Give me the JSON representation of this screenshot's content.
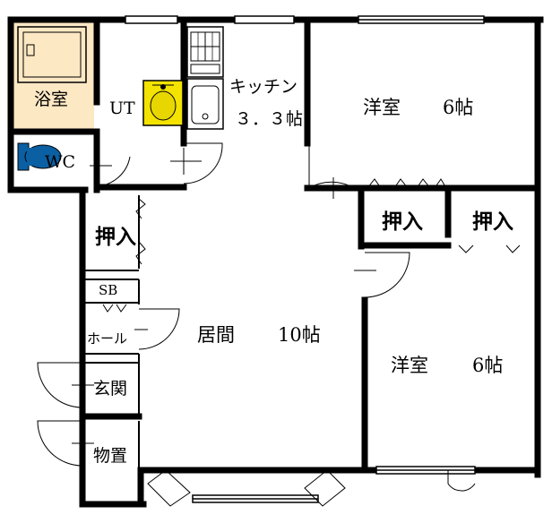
{
  "rooms": {
    "bath": "浴室",
    "ut": "UT",
    "wc": "WC",
    "kitchen_name": "キッチン",
    "kitchen_size": "３．３帖",
    "western_top_name": "洋室",
    "western_top_size": "6帖",
    "closet_left": "押入",
    "closet_mid": "押入",
    "closet_right": "押入",
    "sb": "SB",
    "hall": "ホール",
    "living_name": "居間",
    "living_size": "10帖",
    "entrance": "玄関",
    "storage": "物置",
    "western_bottom_name": "洋室",
    "western_bottom_size": "6帖"
  },
  "colors": {
    "bath_fill": "#fde8c4",
    "fixture_yellow": "#f4e300",
    "toilet_blue": "#0b5fa3",
    "wall": "#000000"
  },
  "icons": [
    "bathtub-icon",
    "washbasin-icon",
    "toilet-icon",
    "stove-icon",
    "sink-icon"
  ]
}
